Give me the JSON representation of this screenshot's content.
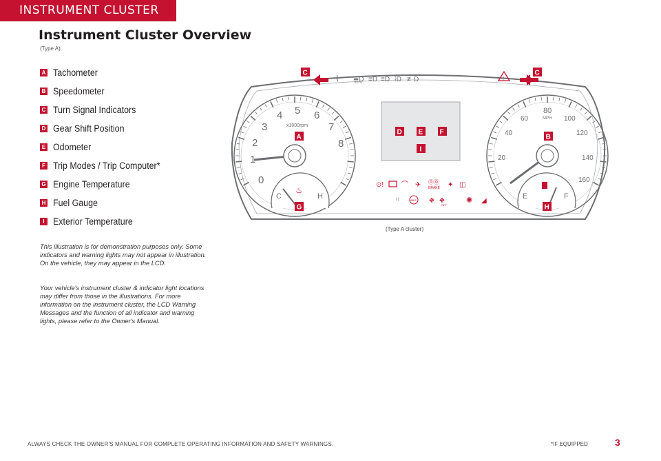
{
  "header": {
    "section": "INSTRUMENT CLUSTER",
    "title": "Instrument Cluster Overview",
    "subtitle": "(Type A)"
  },
  "legend": [
    {
      "letter": "A",
      "label": "Tachometer"
    },
    {
      "letter": "B",
      "label": "Speedometer"
    },
    {
      "letter": "C",
      "label": "Turn Signal Indicators"
    },
    {
      "letter": "D",
      "label": "Gear Shift Position"
    },
    {
      "letter": "E",
      "label": "Odometer"
    },
    {
      "letter": "F",
      "label": "Trip Modes / Trip Computer*"
    },
    {
      "letter": "G",
      "label": "Engine Temperature"
    },
    {
      "letter": "H",
      "label": "Fuel Gauge"
    },
    {
      "letter": "I",
      "label": "Exterior Temperature"
    }
  ],
  "notes": [
    "This illustration is for demonstration purposes only. Some indicators and warning lights may not appear in illustration. On the vehicle, they may appear in the LCD.",
    "Your vehicle's instrument cluster & indicator light locations may differ from those in the illustrations. For more information on the instrument cluster, the LCD Warning Messages and the function of all indicator and warning lights, please refer to the Owner's Manual."
  ],
  "cluster": {
    "caption": "(Type A cluster)",
    "tach_unit": "x1000rpm",
    "tach_ticks": [
      "0",
      "1",
      "2",
      "3",
      "4",
      "5",
      "6",
      "7",
      "8"
    ],
    "speed_unit": "MPH",
    "speed_ticks": [
      "20",
      "40",
      "60",
      "80",
      "100",
      "120",
      "140",
      "160"
    ],
    "temp_labels": [
      "C",
      "H"
    ],
    "fuel_labels": [
      "E",
      "F"
    ],
    "auto_label": "AUTO",
    "brake_label": "BRAKE",
    "off_label": "OFF",
    "abs_label": "ABS",
    "callouts": {
      "A": "A",
      "B": "B",
      "C": "C",
      "D": "D",
      "E": "E",
      "F": "F",
      "G": "G",
      "H": "H",
      "I": "I"
    },
    "accent": "#c41230",
    "line_color": "#6d6e71"
  },
  "footer": {
    "warning": "ALWAYS CHECK THE OWNER'S MANUAL FOR COMPLETE OPERATING INFORMATION AND SAFETY WARNINGS.",
    "equipped": "*IF EQUIPPED",
    "page": "3"
  }
}
